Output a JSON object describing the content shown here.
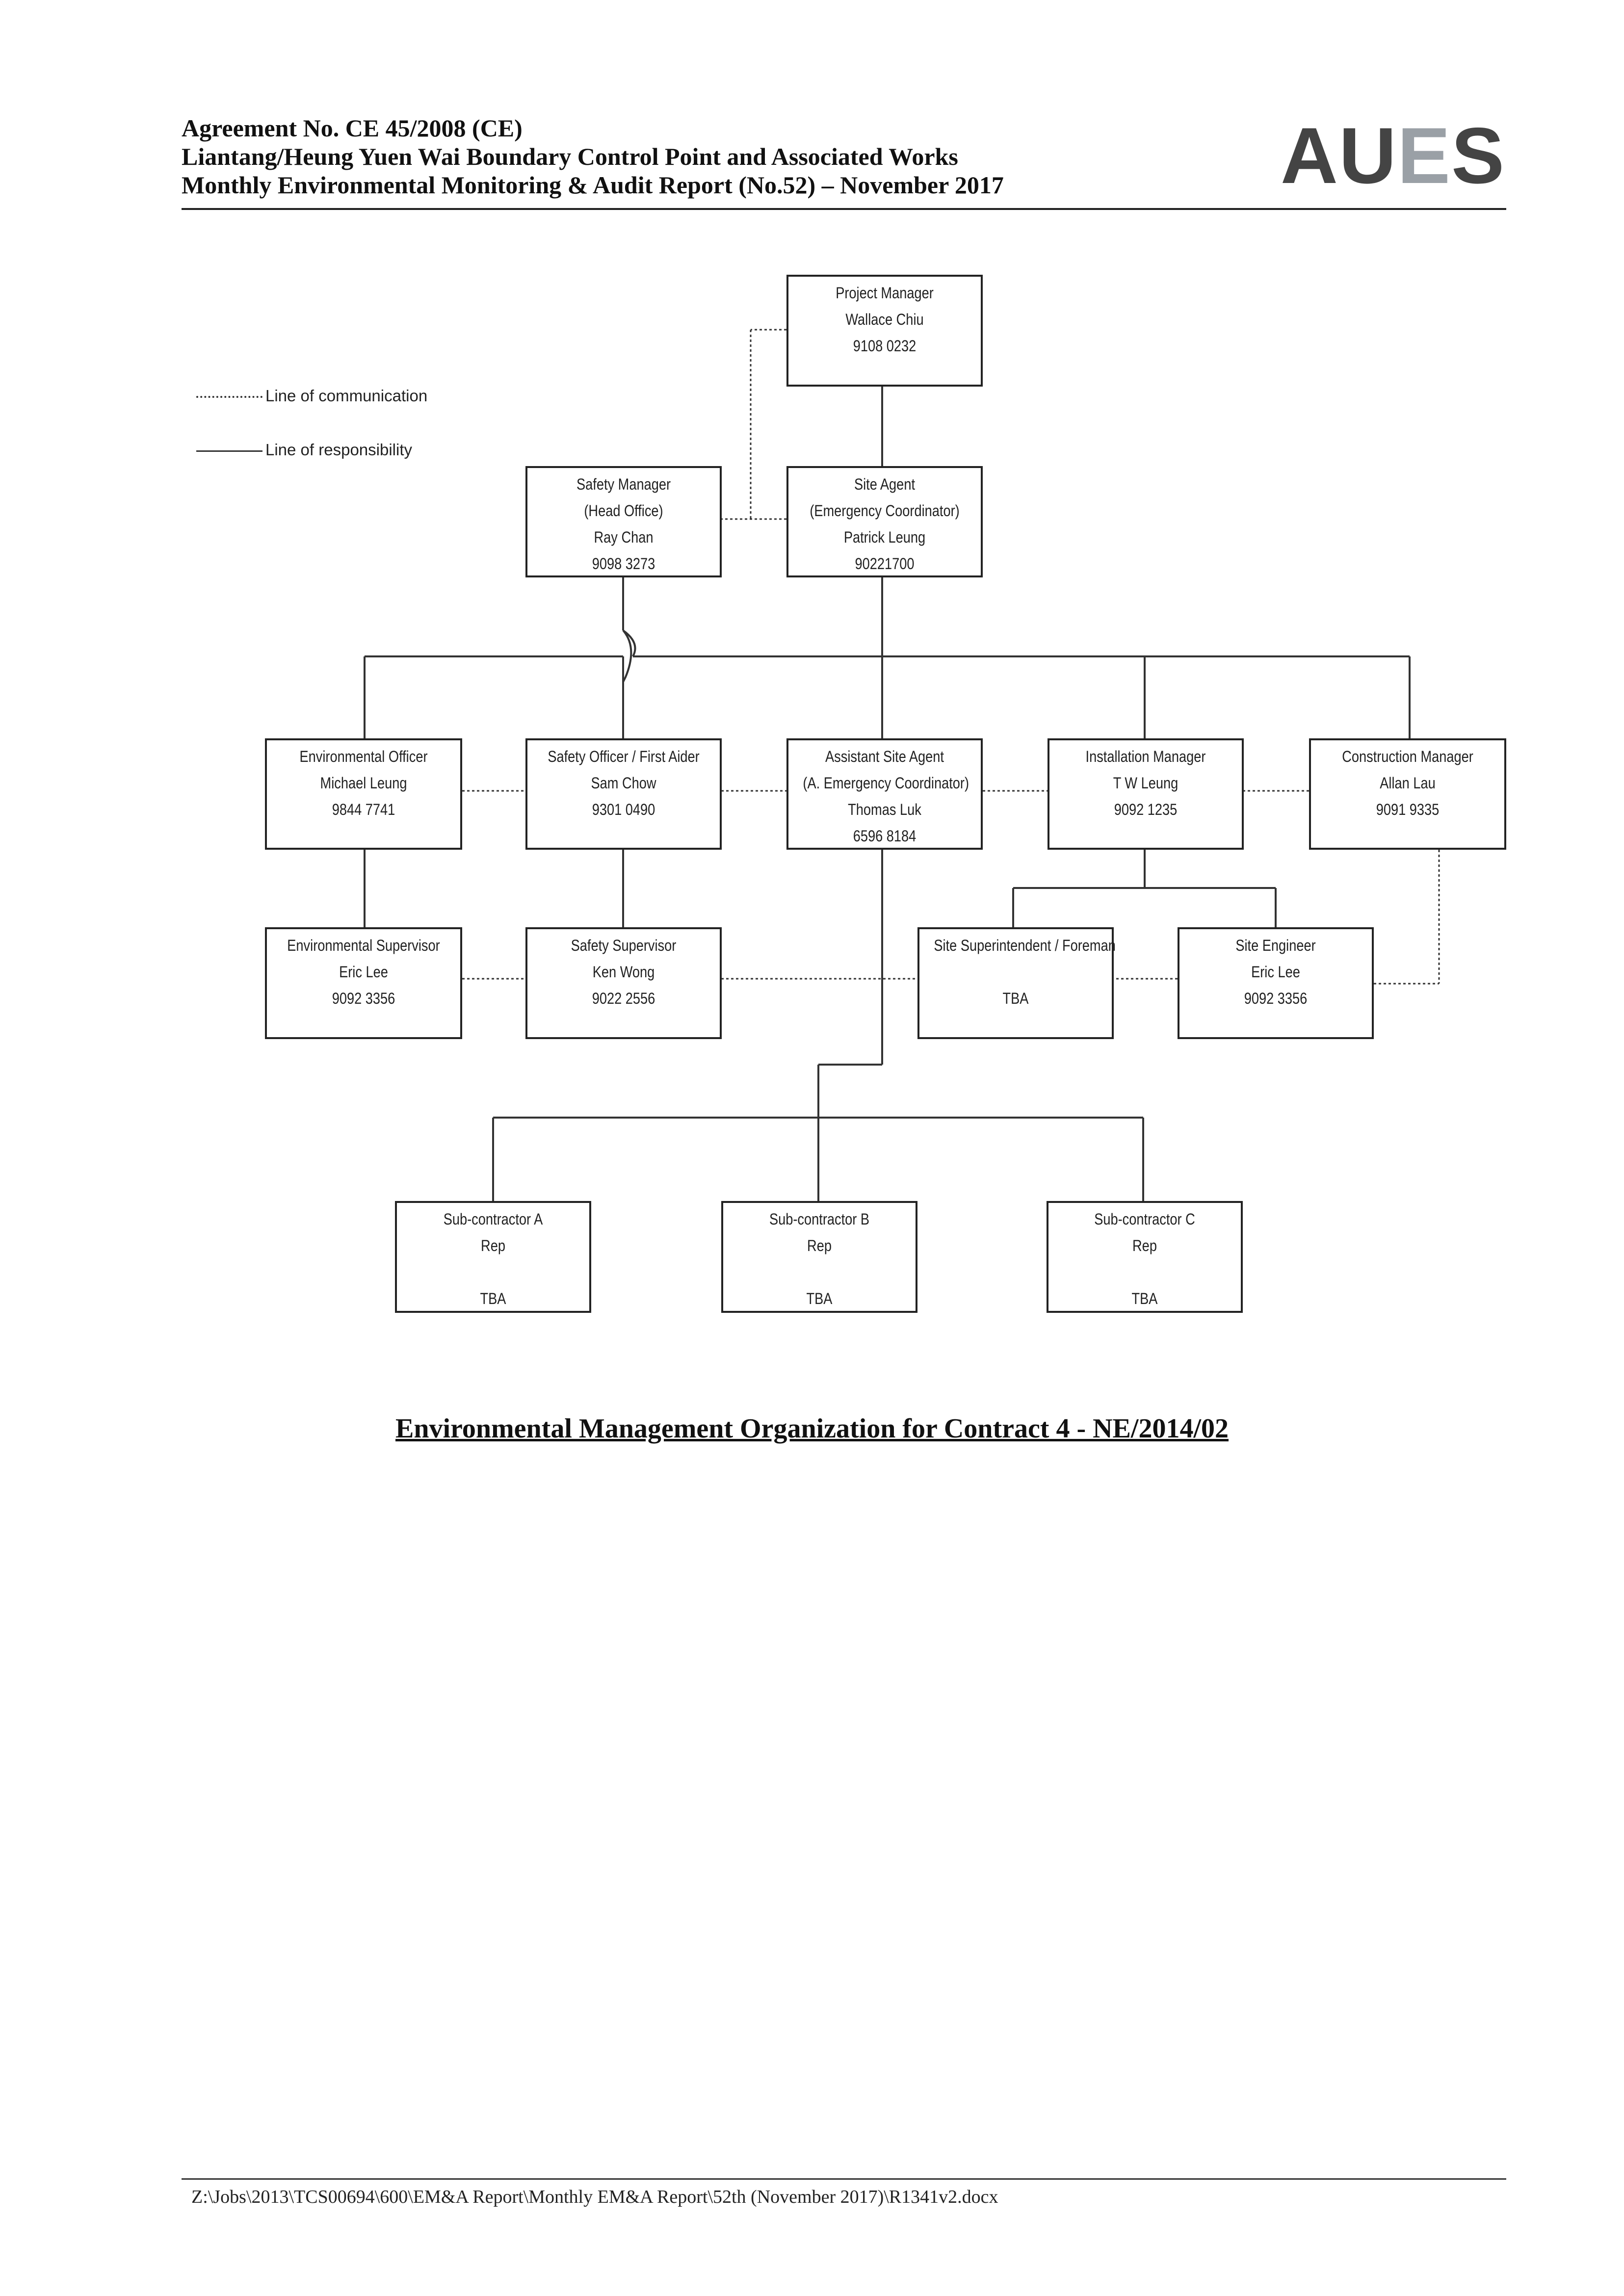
{
  "header": {
    "line1": "Agreement No. CE 45/2008 (CE)",
    "line2": "Liantang/Heung Yuen Wai Boundary Control Point and Associated Works",
    "line3": "Monthly Environmental Monitoring & Audit Report (No.52) – November 2017",
    "logo_part1": "AU",
    "logo_part2": "E",
    "logo_part3": "S"
  },
  "legend": {
    "communication": "Line of communication",
    "responsibility": "Line of responsibility"
  },
  "org": {
    "project_manager": [
      "Project Manager",
      "Wallace Chiu",
      "9108 0232"
    ],
    "safety_manager": [
      "Safety Manager",
      "(Head Office)",
      "Ray Chan",
      "9098 3273"
    ],
    "site_agent": [
      "Site Agent",
      "(Emergency Coordinator)",
      "Patrick Leung",
      "90221700"
    ],
    "environmental_officer": [
      "Environmental Officer",
      "Michael Leung",
      "9844 7741"
    ],
    "safety_officer": [
      "Safety Officer / First Aider",
      "Sam Chow",
      "9301 0490"
    ],
    "assistant_site_agent": [
      "Assistant Site Agent",
      "(A. Emergency Coordinator)",
      "Thomas Luk",
      "6596 8184"
    ],
    "installation_manager": [
      "Installation Manager",
      "T W Leung",
      "9092 1235"
    ],
    "construction_manager": [
      "Construction Manager",
      "Allan Lau",
      "9091 9335"
    ],
    "environmental_supervisor": [
      "Environmental Supervisor",
      "Eric Lee",
      "9092 3356"
    ],
    "safety_supervisor": [
      "Safety Supervisor",
      "Ken Wong",
      "9022 2556"
    ],
    "site_superintendent": [
      "Site Superintendent / Foreman",
      "",
      "TBA"
    ],
    "site_engineer": [
      "Site Engineer",
      "Eric Lee",
      "9092 3356"
    ],
    "subcontractor_a": [
      "Sub-contractor A",
      "Rep",
      "",
      "TBA"
    ],
    "subcontractor_b": [
      "Sub-contractor B",
      "Rep",
      "",
      "TBA"
    ],
    "subcontractor_c": [
      "Sub-contractor C",
      "Rep",
      "",
      "TBA"
    ]
  },
  "caption": "Environmental Management Organization for Contract 4 - NE/2014/02",
  "footer": "Z:\\Jobs\\2013\\TCS00694\\600\\EM&A Report\\Monthly EM&A Report\\52th (November 2017)\\R1341v2.docx"
}
